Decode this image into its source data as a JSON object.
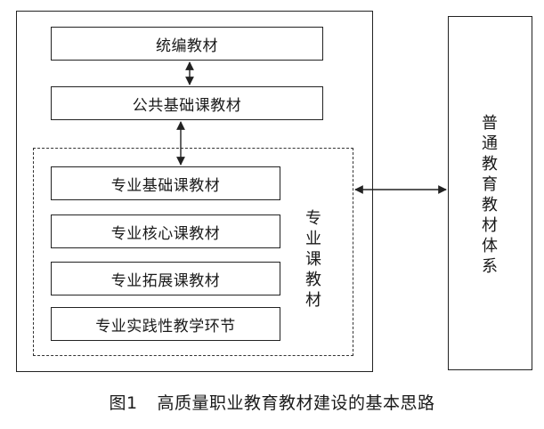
{
  "diagram": {
    "boxes": {
      "unified": "统编教材",
      "public_basic": "公共基础课教材",
      "major_basic": "专业基础课教材",
      "major_core": "专业核心课教材",
      "major_extend": "专业拓展课教材",
      "major_practice": "专业实践性教学环节"
    },
    "group_label": "专业课教材",
    "system_label": "普通教育教材体系"
  },
  "caption": {
    "number": "图1",
    "title": "高质量职业教育教材建设的基本思路"
  }
}
